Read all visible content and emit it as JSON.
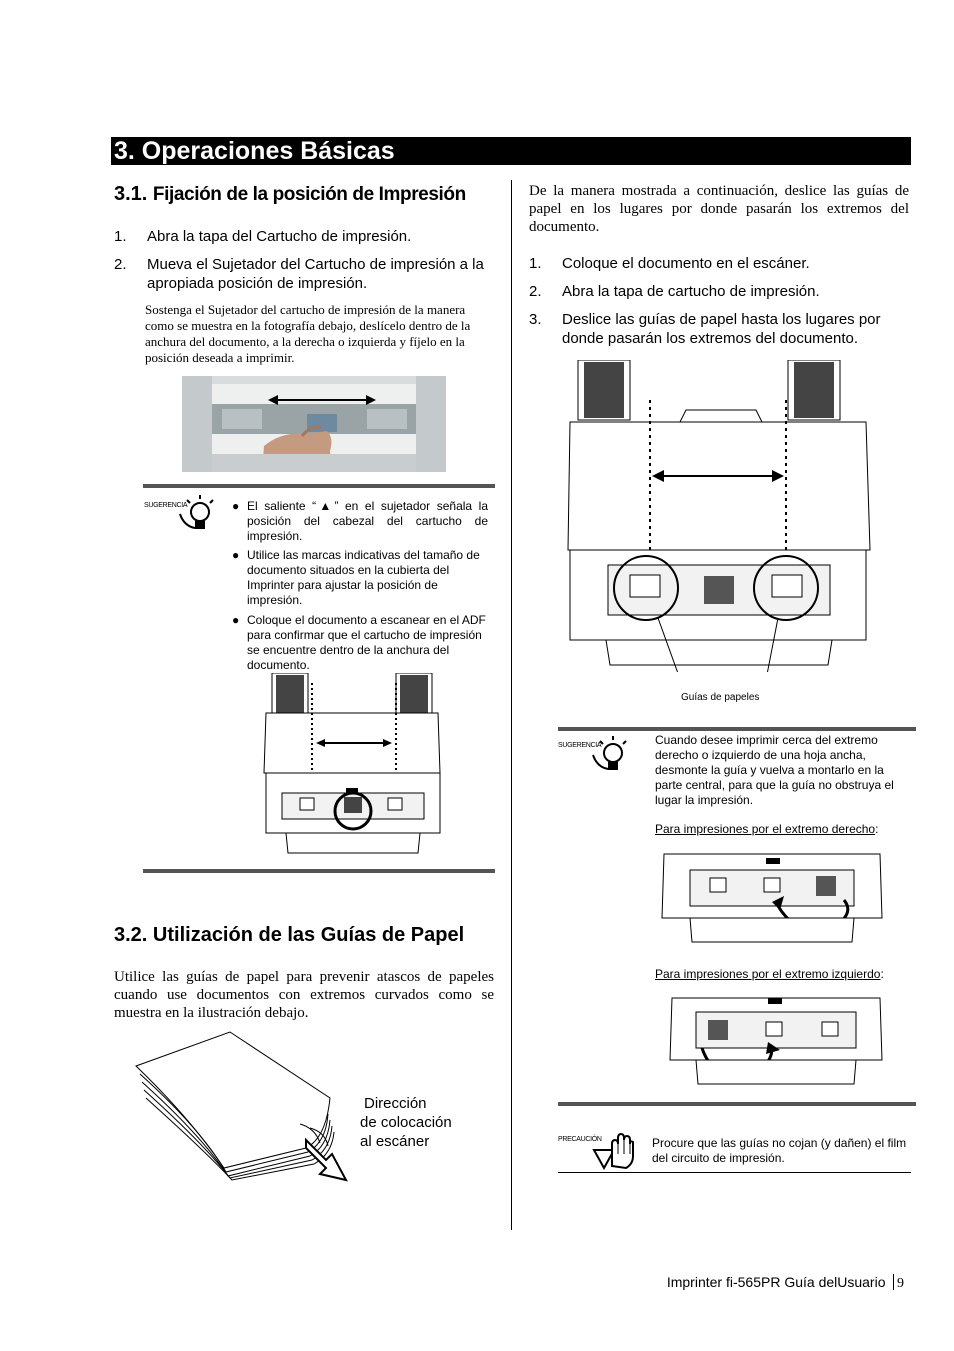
{
  "chapter_title": "3. Operaciones Básicas",
  "sec31": {
    "num": "3.1.",
    "title": "Fijación de la posición de Impresión",
    "steps": [
      {
        "n": "1.",
        "text": "Abra la tapa del Cartucho de impresión."
      },
      {
        "n": "2.",
        "text": "Mueva el Sujetador del Cartucho de impresión a la apropiada posición de impresión."
      }
    ],
    "detail": "Sostenga el Sujetador del cartucho de impresión de la manera como se muestra en la fotografía debajo, deslícelo dentro de la anchura del documento, a la derecha o izquierda y fíjelo en la posición deseada a imprimir.",
    "hint_label": "SUGERENCIA",
    "hints": [
      "El saliente “▲” en el sujetador señala la posición del cabezal del cartucho de impresión.",
      "Utilice las marcas indicativas del tamaño de documento situados en la cubierta del Imprinter para ajustar la posición de impresión.",
      "Coloque el documento a escanear en el ADF para confirmar que el cartucho de impresión se encuentre dentro de la anchura del documento."
    ],
    "bullet_char": "●"
  },
  "sec32": {
    "title": "3.2. Utilización de las Guías de Papel",
    "body": "Utilice las guías de papel para prevenir atascos de papeles cuando use documentos con extremos curvados como se muestra en la ilustración debajo.",
    "direction_label": [
      "Dirección",
      "de colocación",
      "al escáner"
    ]
  },
  "right": {
    "intro": "De la manera mostrada a continuación, deslice las guías de papel en los lugares por donde pasarán los extremos del documento.",
    "steps": [
      {
        "n": "1.",
        "text": "Coloque el documento en el escáner."
      },
      {
        "n": "2.",
        "text": "Abra la tapa de cartucho de impresión."
      },
      {
        "n": "3.",
        "text": "Deslice las guías de papel hasta los lugares por donde pasarán los extremos del documento."
      }
    ],
    "guides_caption": "Guías de papeles",
    "hint_label": "SUGERENCIA",
    "hint_text": "Cuando desee imprimir cerca del extremo derecho o izquierdo de una hoja ancha, desmonte la guía y vuelva a montarlo en la parte central, para que la guía no obstruya el lugar la impresión.",
    "right_edge_label": "Para impresiones por el extremo derecho",
    "left_edge_label": "Para impresiones por el extremo izquierdo",
    "colon": ":",
    "caution_label": "PRECAUCIÓN",
    "caution_text": "Procure que las guías no cojan (y dañen) el film del circuito de impresión."
  },
  "footer": {
    "title": "Imprinter fi-565PR Guía delUsuario",
    "page": "9"
  }
}
